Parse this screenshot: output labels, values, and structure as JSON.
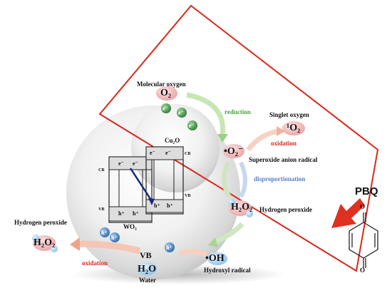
{
  "species": {
    "o2": "O₂",
    "superoxide": "•O₂⁻",
    "singlet": "¹O₂",
    "h2o2_right": "H₂O₂",
    "h2o2_left": "H₂O₂",
    "oh": "•OH",
    "h2o": "H₂O"
  },
  "names": {
    "molecular_oxygen": "Molecular oxygen",
    "singlet_oxygen": "Singlet oxygen",
    "superoxide": "Superoxide anion radical",
    "h2o2_right": "Hydrogen peroxide",
    "h2o2_left": "Hydrogen peroxide",
    "hydroxyl": "Hydroxyl radical",
    "water": "Water"
  },
  "processes": {
    "reduction": "reduction",
    "oxidation_right": "oxidation",
    "disproportionation": "disproportionation",
    "oxidation_left": "oxidation"
  },
  "bands": {
    "cu2o": "Cu₂O",
    "wo3": "WO₃",
    "cb_left": "CB",
    "vb_left": "VB",
    "cb_right": "CB",
    "vb_right": "VB",
    "vb_big": "VB"
  },
  "carriers": {
    "electron": "e⁻",
    "hole": "h⁺"
  },
  "scavenger": "PBQ",
  "colors": {
    "frame": "#d9281c",
    "oxidation": "#d9281c",
    "reduction": "#4aa43a",
    "disproportionation": "#5a7fc4",
    "electron_ball": "#3f9a45",
    "hole_ball": "#3f7fc0",
    "pink_ball": "#f2b8b8",
    "pbq_arrow": "#e03020"
  }
}
